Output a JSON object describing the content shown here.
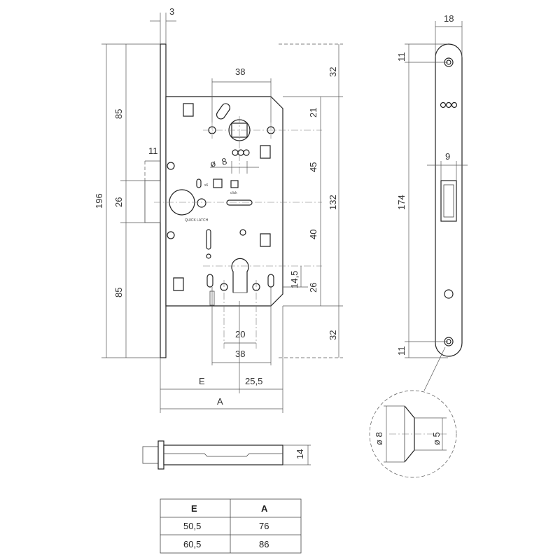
{
  "front_view": {
    "faceplate_thickness": "3",
    "total_height": "196",
    "upper_height": "85",
    "lower_height": "85",
    "latch_height": "26",
    "latch_projection": "11",
    "top_offset": "32",
    "bottom_offset": "32",
    "spindle_to_top_case": "21",
    "spindle_to_latch": "45",
    "latch_to_cylinder": "40",
    "cylinder_hole_dim": "26",
    "cylinder_offset": "14,5",
    "handle_to_cylinder": "132",
    "handle_screw_spacing": "38",
    "cylinder_screw_spacing": "38",
    "cylinder_width": "20",
    "square_hole_label": "8",
    "backset_label": "E",
    "body_depth": "25,5",
    "total_depth_label": "A",
    "quick_latch_label": "QUICK LATCH",
    "click_label": "click",
    "option_label": "x6"
  },
  "side_view": {
    "width": "18",
    "screw_offset_top": "11",
    "screw_offset_bottom": "11",
    "screw_distance": "174",
    "latch_window_width": "9"
  },
  "detail_view": {
    "outer_diameter": "ø 8",
    "inner_diameter": "ø 5"
  },
  "bottom_view": {
    "thickness": "14"
  },
  "table": {
    "headers": [
      "E",
      "A"
    ],
    "rows": [
      [
        "50,5",
        "76"
      ],
      [
        "60,5",
        "86"
      ]
    ]
  }
}
